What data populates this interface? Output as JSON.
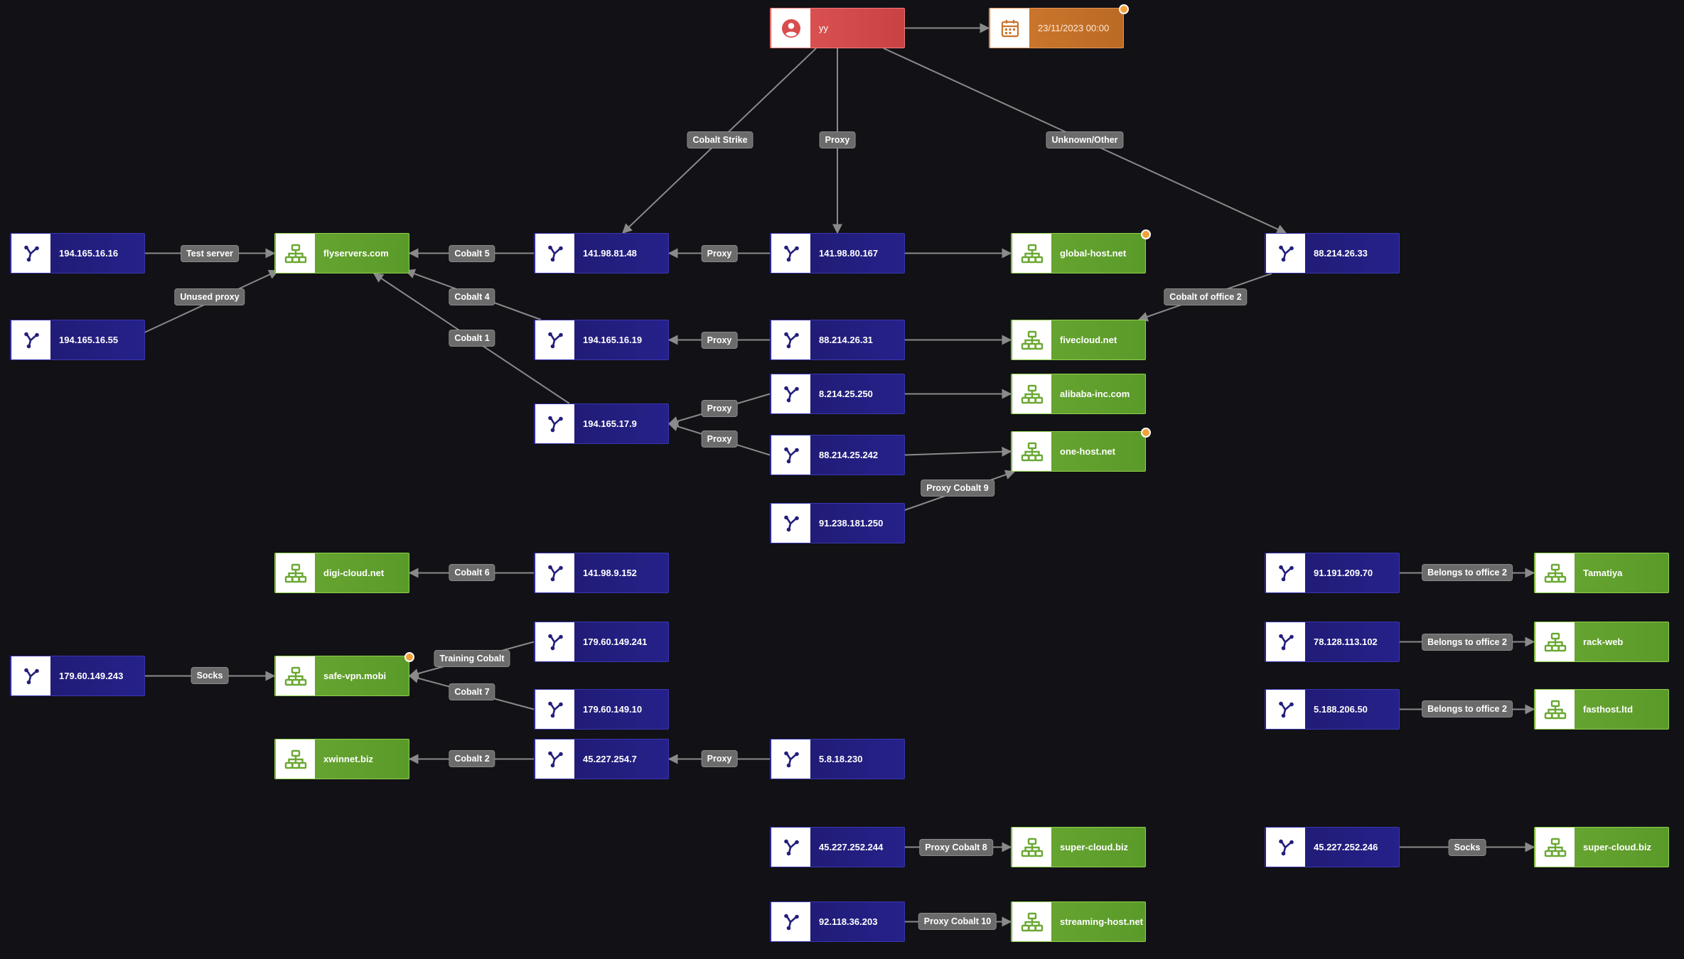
{
  "colors": {
    "background": "#111116",
    "ip_node": "#231f7c",
    "domain_node": "#64a22e",
    "person_node": "#d94c4c",
    "date_node": "#c9722a",
    "edge": "#8a8a8a",
    "edge_label": "#6b6b6b",
    "badge": "#f2a03a",
    "ip_icon": "#231f7c",
    "domain_icon": "#6aa832",
    "person_icon": "#d94c4c",
    "date_icon": "#c9722a"
  },
  "nodes": {
    "yy": {
      "label": "yy",
      "type": "person",
      "icon": "person-icon"
    },
    "date1": {
      "label": "23/11/2023 00:00",
      "type": "date",
      "icon": "calendar-icon"
    },
    "ip_194_165_16_16": {
      "label": "194.165.16.16",
      "type": "ip",
      "icon": "network-icon"
    },
    "ip_194_165_16_55": {
      "label": "194.165.16.55",
      "type": "ip",
      "icon": "network-icon"
    },
    "flyservers": {
      "label": "flyservers.com",
      "type": "domain",
      "icon": "domain-icon"
    },
    "ip_141_98_81_48": {
      "label": "141.98.81.48",
      "type": "ip",
      "icon": "network-icon"
    },
    "ip_141_98_80_167": {
      "label": "141.98.80.167",
      "type": "ip",
      "icon": "network-icon"
    },
    "global_host": {
      "label": "global-host.net",
      "type": "domain",
      "icon": "domain-icon"
    },
    "ip_88_214_26_33": {
      "label": "88.214.26.33",
      "type": "ip",
      "icon": "network-icon"
    },
    "ip_194_165_16_19": {
      "label": "194.165.16.19",
      "type": "ip",
      "icon": "network-icon"
    },
    "ip_88_214_26_31": {
      "label": "88.214.26.31",
      "type": "ip",
      "icon": "network-icon"
    },
    "fivecloud": {
      "label": "fivecloud.net",
      "type": "domain",
      "icon": "domain-icon"
    },
    "ip_8_214_25_250": {
      "label": "8.214.25.250",
      "type": "ip",
      "icon": "network-icon"
    },
    "alibaba": {
      "label": "alibaba-inc.com",
      "type": "domain",
      "icon": "domain-icon"
    },
    "ip_194_165_17_9": {
      "label": "194.165.17.9",
      "type": "ip",
      "icon": "network-icon"
    },
    "ip_88_214_25_242": {
      "label": "88.214.25.242",
      "type": "ip",
      "icon": "network-icon"
    },
    "one_host": {
      "label": "one-host.net",
      "type": "domain",
      "icon": "domain-icon"
    },
    "ip_91_238_181_250": {
      "label": "91.238.181.250",
      "type": "ip",
      "icon": "network-icon"
    },
    "digi_cloud": {
      "label": "digi-cloud.net",
      "type": "domain",
      "icon": "domain-icon"
    },
    "ip_141_98_9_152": {
      "label": "141.98.9.152",
      "type": "ip",
      "icon": "network-icon"
    },
    "ip_91_191_209_70": {
      "label": "91.191.209.70",
      "type": "ip",
      "icon": "network-icon"
    },
    "tamatiya": {
      "label": "Tamatiya",
      "type": "domain",
      "icon": "domain-icon"
    },
    "ip_179_60_149_241": {
      "label": "179.60.149.241",
      "type": "ip",
      "icon": "network-icon"
    },
    "ip_78_128_113_102": {
      "label": "78.128.113.102",
      "type": "ip",
      "icon": "network-icon"
    },
    "rack_web": {
      "label": "rack-web",
      "type": "domain",
      "icon": "domain-icon"
    },
    "ip_179_60_149_243": {
      "label": "179.60.149.243",
      "type": "ip",
      "icon": "network-icon"
    },
    "safe_vpn": {
      "label": "safe-vpn.mobi",
      "type": "domain",
      "icon": "domain-icon"
    },
    "ip_179_60_149_10": {
      "label": "179.60.149.10",
      "type": "ip",
      "icon": "network-icon"
    },
    "ip_5_188_206_50": {
      "label": "5.188.206.50",
      "type": "ip",
      "icon": "network-icon"
    },
    "fasthost": {
      "label": "fasthost.ltd",
      "type": "domain",
      "icon": "domain-icon"
    },
    "xwinnet": {
      "label": "xwinnet.biz",
      "type": "domain",
      "icon": "domain-icon"
    },
    "ip_45_227_254_7": {
      "label": "45.227.254.7",
      "type": "ip",
      "icon": "network-icon"
    },
    "ip_5_8_18_230": {
      "label": "5.8.18.230",
      "type": "ip",
      "icon": "network-icon"
    },
    "ip_45_227_252_244": {
      "label": "45.227.252.244",
      "type": "ip",
      "icon": "network-icon"
    },
    "super_cloud_1": {
      "label": "super-cloud.biz",
      "type": "domain",
      "icon": "domain-icon"
    },
    "ip_45_227_252_246": {
      "label": "45.227.252.246",
      "type": "ip",
      "icon": "network-icon"
    },
    "super_cloud_2": {
      "label": "super-cloud.biz",
      "type": "domain",
      "icon": "domain-icon"
    },
    "ip_92_118_36_203": {
      "label": "92.118.36.203",
      "type": "ip",
      "icon": "network-icon"
    },
    "streaming_host": {
      "label": "streaming-host.net",
      "type": "domain",
      "icon": "domain-icon"
    }
  },
  "edges": [
    {
      "from": "yy",
      "to": "date1",
      "label": ""
    },
    {
      "from": "yy",
      "to": "ip_141_98_81_48",
      "label": "Cobalt Strike"
    },
    {
      "from": "yy",
      "to": "ip_141_98_80_167",
      "label": "Proxy"
    },
    {
      "from": "yy",
      "to": "ip_88_214_26_33",
      "label": "Unknown/Other"
    },
    {
      "from": "ip_194_165_16_16",
      "to": "flyservers",
      "label": "Test server"
    },
    {
      "from": "ip_194_165_16_55",
      "to": "flyservers",
      "label": "Unused proxy"
    },
    {
      "from": "ip_141_98_81_48",
      "to": "flyservers",
      "label": "Cobalt 5"
    },
    {
      "from": "ip_194_165_16_19",
      "to": "flyservers",
      "label": "Cobalt 4"
    },
    {
      "from": "ip_194_165_17_9",
      "to": "flyservers",
      "label": "Cobalt 1"
    },
    {
      "from": "ip_141_98_80_167",
      "to": "ip_141_98_81_48",
      "label": "Proxy"
    },
    {
      "from": "ip_141_98_80_167",
      "to": "global_host",
      "label": ""
    },
    {
      "from": "ip_88_214_26_33",
      "to": "fivecloud",
      "label": "Cobalt of office 2"
    },
    {
      "from": "ip_88_214_26_31",
      "to": "ip_194_165_16_19",
      "label": "Proxy"
    },
    {
      "from": "ip_88_214_26_31",
      "to": "fivecloud",
      "label": ""
    },
    {
      "from": "ip_8_214_25_250",
      "to": "ip_194_165_17_9",
      "label": "Proxy"
    },
    {
      "from": "ip_8_214_25_250",
      "to": "alibaba",
      "label": ""
    },
    {
      "from": "ip_88_214_25_242",
      "to": "ip_194_165_17_9",
      "label": "Proxy"
    },
    {
      "from": "ip_88_214_25_242",
      "to": "one_host",
      "label": ""
    },
    {
      "from": "ip_91_238_181_250",
      "to": "one_host",
      "label": "Proxy Cobalt 9"
    },
    {
      "from": "ip_141_98_9_152",
      "to": "digi_cloud",
      "label": "Cobalt 6"
    },
    {
      "from": "ip_91_191_209_70",
      "to": "tamatiya",
      "label": "Belongs to office 2"
    },
    {
      "from": "ip_78_128_113_102",
      "to": "rack_web",
      "label": "Belongs to office 2"
    },
    {
      "from": "ip_5_188_206_50",
      "to": "fasthost",
      "label": "Belongs to office 2"
    },
    {
      "from": "ip_179_60_149_243",
      "to": "safe_vpn",
      "label": "Socks"
    },
    {
      "from": "ip_179_60_149_241",
      "to": "safe_vpn",
      "label": "Training Cobalt"
    },
    {
      "from": "ip_179_60_149_10",
      "to": "safe_vpn",
      "label": "Cobalt 7"
    },
    {
      "from": "ip_45_227_254_7",
      "to": "xwinnet",
      "label": "Cobalt 2"
    },
    {
      "from": "ip_5_8_18_230",
      "to": "ip_45_227_254_7",
      "label": "Proxy"
    },
    {
      "from": "ip_45_227_252_244",
      "to": "super_cloud_1",
      "label": "Proxy Cobalt 8"
    },
    {
      "from": "ip_45_227_252_246",
      "to": "super_cloud_2",
      "label": "Socks"
    },
    {
      "from": "ip_92_118_36_203",
      "to": "streaming_host",
      "label": "Proxy Cobalt 10"
    }
  ],
  "badged_nodes": [
    "date1",
    "global_host",
    "one_host",
    "safe_vpn"
  ]
}
